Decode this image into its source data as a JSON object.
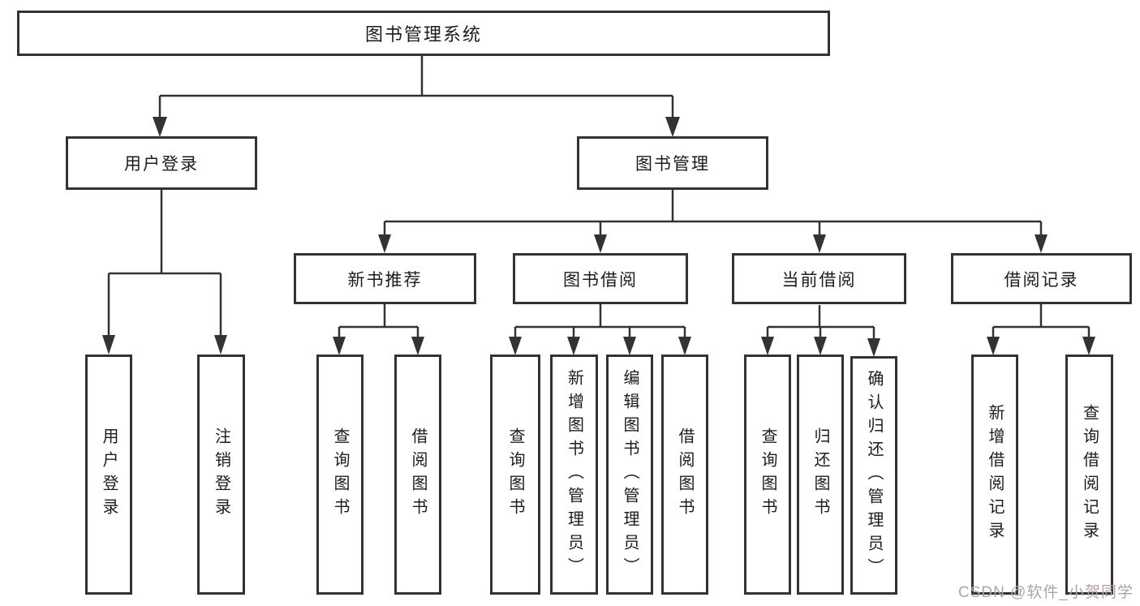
{
  "diagram": {
    "root": {
      "label": "图书管理系统"
    },
    "branches": [
      {
        "label": "用户登录",
        "children": [
          {
            "label": "用户登录"
          },
          {
            "label": "注销登录"
          }
        ]
      },
      {
        "label": "图书管理",
        "children": [
          {
            "label": "新书推荐",
            "children": [
              {
                "label": "查询图书"
              },
              {
                "label": "借阅图书"
              }
            ]
          },
          {
            "label": "图书借阅",
            "children": [
              {
                "label": "查询图书"
              },
              {
                "label": "新增图书（管理员）"
              },
              {
                "label": "编辑图书（管理员）"
              },
              {
                "label": "借阅图书"
              }
            ]
          },
          {
            "label": "当前借阅",
            "children": [
              {
                "label": "查询图书"
              },
              {
                "label": "归还图书"
              },
              {
                "label": "确认归还（管理员）"
              }
            ]
          },
          {
            "label": "借阅记录",
            "children": [
              {
                "label": "新增借阅记录"
              },
              {
                "label": "查询借阅记录"
              }
            ]
          }
        ]
      }
    ]
  },
  "watermark": {
    "text": "CSDN @软件_小贺同学"
  },
  "colors": {
    "line": "#333333",
    "box_border": "#333333",
    "text": "#1c1c1c",
    "watermark": "#b3a2a2",
    "background": "#ffffff"
  }
}
